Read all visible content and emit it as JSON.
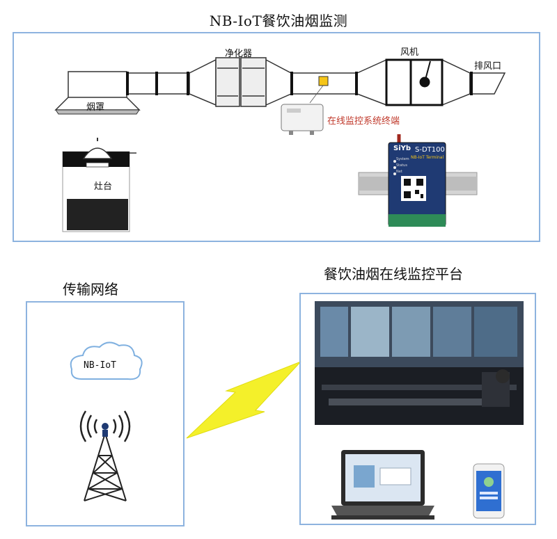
{
  "top": {
    "title": "NB-IoT餐饮油烟监测",
    "labels": {
      "purifier": "净化器",
      "fan": "风机",
      "exhaust": "排风口",
      "hood": "烟罩",
      "stove": "灶台",
      "terminal": "在线监控系统终端"
    },
    "device": {
      "brand": "SiYb",
      "model": "S-DT100",
      "subtitle": "NB-IoT Terminal",
      "indicators": [
        "System",
        "Status",
        "Net"
      ]
    }
  },
  "network": {
    "title": "传输网络",
    "cloud_label": "NB-IoT"
  },
  "platform": {
    "title": "餐饮油烟在线监控平台"
  },
  "colors": {
    "panel_border": "#8db3df",
    "lightning": "#f4f02a",
    "sensor": "#f5c518",
    "terminal_label": "#c0392b",
    "device_body": "#1f3a73"
  }
}
